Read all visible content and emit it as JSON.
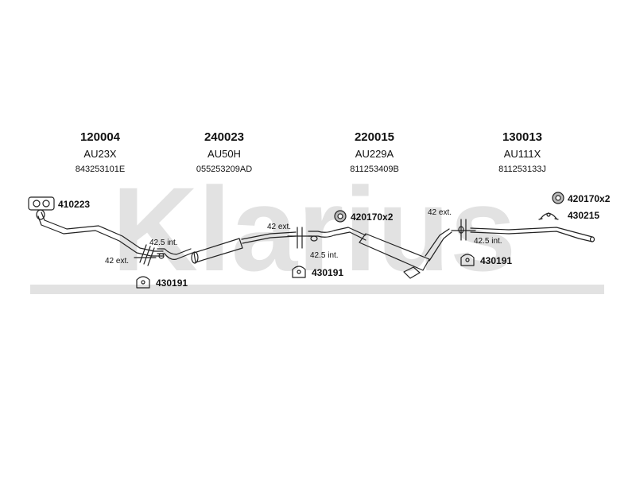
{
  "watermark": {
    "text": "Klarius",
    "color": "#dcdcdc"
  },
  "sections": [
    {
      "code": "120004",
      "model": "AU23X",
      "ref": "843253101E"
    },
    {
      "code": "240023",
      "model": "AU50H",
      "ref": "055253209AD"
    },
    {
      "code": "220015",
      "model": "AU229A",
      "ref": "811253409B"
    },
    {
      "code": "130013",
      "model": "AU111X",
      "ref": "811253133J"
    }
  ],
  "parts": {
    "gasket": "410223",
    "hanger_1": "430191",
    "hanger_2": "430191",
    "hanger_3": "430191",
    "clamp_1": "420170x2",
    "clamp_2": "420170x2",
    "mount_rubber": "430215"
  },
  "dimensions": {
    "j1_int": "42.5 int.",
    "j1_ext": "42 ext.",
    "j2_ext": "42 ext.",
    "j2_int": "42.5 int.",
    "j3_ext": "42 ext.",
    "j3_int": "42.5 int."
  },
  "colors": {
    "line": "#222222",
    "watermark": "#dcdcdc"
  }
}
